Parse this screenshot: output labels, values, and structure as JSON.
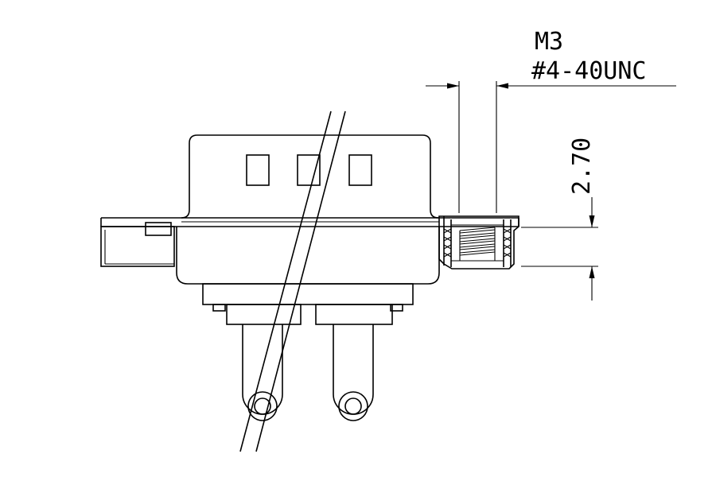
{
  "drawing": {
    "thread_metric": "M3",
    "thread_unc": "#4-40UNC",
    "dimension_value": "2.70"
  }
}
